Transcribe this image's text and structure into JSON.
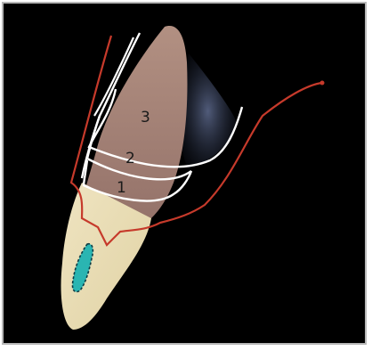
{
  "diagram": {
    "zone_labels": [
      "1",
      "2",
      "3"
    ],
    "colors": {
      "background": "#000000",
      "crown_enamel": "#e7dbb2",
      "root_dentin": "#a07f72",
      "gingival_line": "#c63a2b",
      "bone_line": "#ffffff",
      "canal_fill": "#2ab5b2",
      "canal_outline": "#0d3b44",
      "bone_texture": "#3a4560"
    }
  }
}
